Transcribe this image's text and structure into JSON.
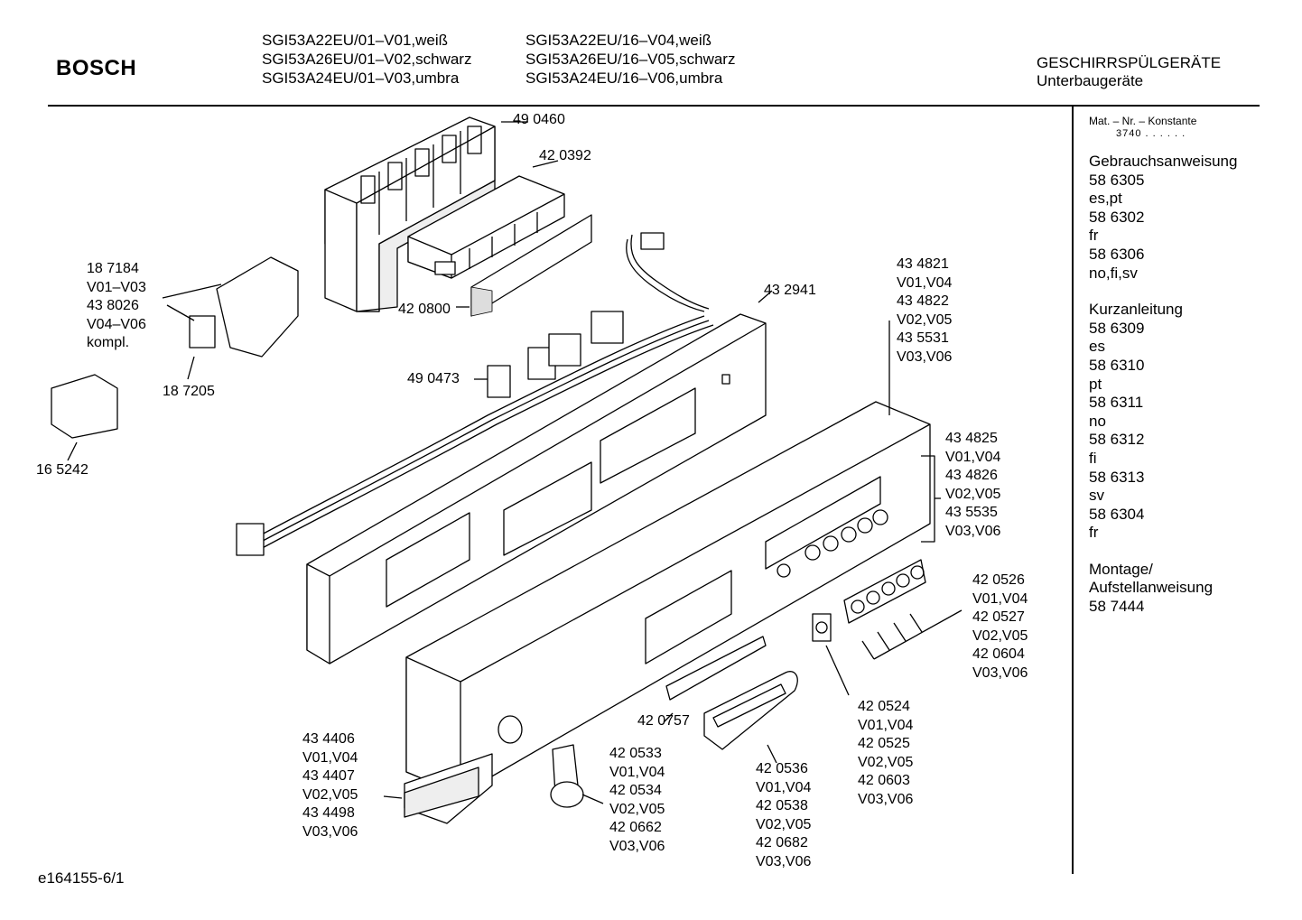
{
  "header": {
    "brand": "BOSCH",
    "models_left": [
      "SGI53A22EU/01–V01,weiß",
      "SGI53A26EU/01–V02,schwarz",
      "SGI53A24EU/01–V03,umbra"
    ],
    "models_right": [
      "SGI53A22EU/16–V04,weiß",
      "SGI53A26EU/16–V05,schwarz",
      "SGI53A24EU/16–V06,umbra"
    ],
    "category": "GESCHIRRSPÜLGERÄTE",
    "subcategory": "Unterbaugeräte"
  },
  "sidebar": {
    "mat_label": "Mat. – Nr. – Konstante",
    "mat_value": "3740  .  .    .  .  .  .",
    "groups": [
      {
        "title": "Gebrauchsanweisung",
        "lines": [
          "58 6305",
          "es,pt",
          "58 6302",
          "fr",
          "58 6306",
          "no,fi,sv"
        ]
      },
      {
        "title": "Kurzanleitung",
        "lines": [
          "58 6309",
          "es",
          "58 6310",
          "pt",
          "58 6311",
          "no",
          "58 6312",
          "fi",
          "58 6313",
          "sv",
          "58 6304",
          "fr"
        ]
      },
      {
        "title": "Montage/",
        "lines": [
          "Aufstellanweisung",
          "58 7444"
        ]
      }
    ]
  },
  "parts": {
    "p490460": "49 0460",
    "p420392": "42 0392",
    "p420800": "42 0800",
    "p432941": "43 2941",
    "p490473": "49 0473",
    "relay_group": [
      "18 7184",
      "V01–V03",
      "43 8026",
      "V04–V06",
      "kompl."
    ],
    "p187205": "18 7205",
    "p165242": "16 5242",
    "panel_group": [
      "43 4821",
      "V01,V04",
      "43 4822",
      "V02,V05",
      "43 5531",
      "V03,V06"
    ],
    "frame_group": [
      "43 4825",
      "V01,V04",
      "43 4826",
      "V02,V05",
      "43 5535",
      "V03,V06"
    ],
    "buttons_group": [
      "42 0526",
      "V01,V04",
      "42 0527",
      "V02,V05",
      "42 0604",
      "V03,V06"
    ],
    "switch_group": [
      "42 0524",
      "V01,V04",
      "42 0525",
      "V02,V05",
      "42 0603",
      "V03,V06"
    ],
    "p420757": "42 0757",
    "handle_group": [
      "42 0536",
      "V01,V04",
      "42 0538",
      "V02,V05",
      "42 0682",
      "V03,V06"
    ],
    "knob_group": [
      "42 0533",
      "V01,V04",
      "42 0534",
      "V02,V05",
      "42 0662",
      "V03,V06"
    ],
    "front_group": [
      "43 4406",
      "V01,V04",
      "43 4407",
      "V02,V05",
      "43 4498",
      "V03,V06"
    ]
  },
  "footer": {
    "code": "e164155-6/1"
  }
}
